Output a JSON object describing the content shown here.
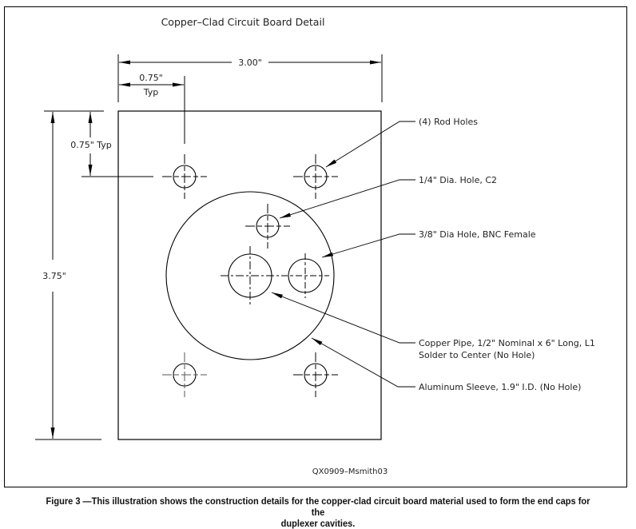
{
  "drawing": {
    "title": "Copper–Clad Circuit Board Detail",
    "drawing_id": "QX0909–Msmith03",
    "dimensions": {
      "width": "3.00\"",
      "hole_offset_x": "0.75\"",
      "hole_offset_x_suffix": "Typ",
      "hole_offset_y": "0.75\"  Typ",
      "height": "3.75\""
    },
    "callouts": {
      "rod_holes": "(4) Rod Holes",
      "quarter_hole": "1/4\" Dia. Hole, C2",
      "bnc_hole": "3/8\" Dia Hole, BNC Female",
      "copper_pipe_line1": "Copper Pipe, 1/2\" Nominal x 6\" Long, L1",
      "copper_pipe_line2": "Solder to Center (No Hole)",
      "aluminum_sleeve": "Aluminum Sleeve, 1.9\" I.D. (No Hole)"
    }
  },
  "caption": {
    "line1": "Figure 3 —This illustration shows the construction details for the copper-clad circuit board material used to form the end caps for the",
    "line2": "duplexer cavities."
  }
}
